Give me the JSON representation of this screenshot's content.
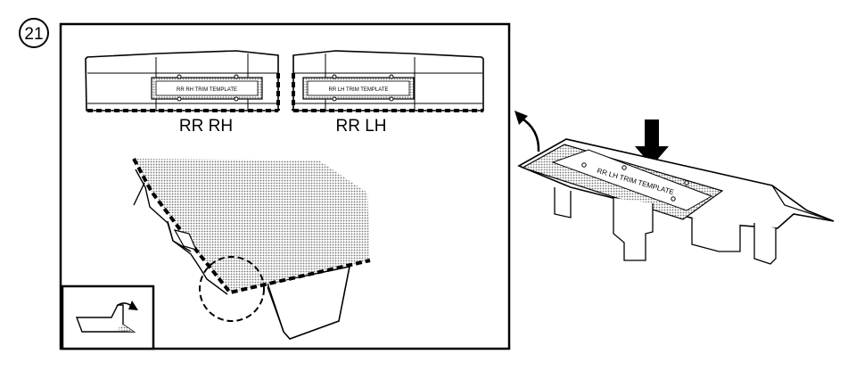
{
  "step_number": "21",
  "labels": {
    "rear_right": "RR RH",
    "rear_left": "RR LH",
    "template_rh": "RR RH TRIM TEMPLATE",
    "template_lh": "RR LH TRIM TEMPLATE",
    "template_3d": "RR LH TRIM TEMPLATE"
  },
  "colors": {
    "ink": "#000000",
    "shade": "#b9b9b9",
    "paper": "#ffffff"
  }
}
